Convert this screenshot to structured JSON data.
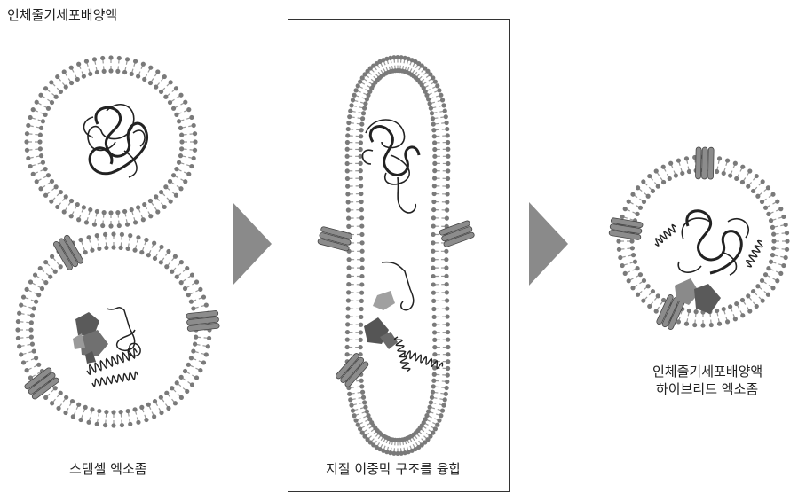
{
  "labels": {
    "top_left": "인체줄기세포배양액",
    "stem_cell_exosome": "스템셀 엑소좀",
    "fusion": "지질 이중막 구조를 융합",
    "result_line1": "인체줄기세포배양액",
    "result_line2": "하이브리드 엑소좀"
  },
  "colors": {
    "membrane_head": "#7a7a7a",
    "membrane_tail": "#9a9a9a",
    "arrow": "#8a8a8a",
    "panel_border": "#333333",
    "protein_dark": "#5a5a5a",
    "protein_light": "#a0a0a0"
  }
}
